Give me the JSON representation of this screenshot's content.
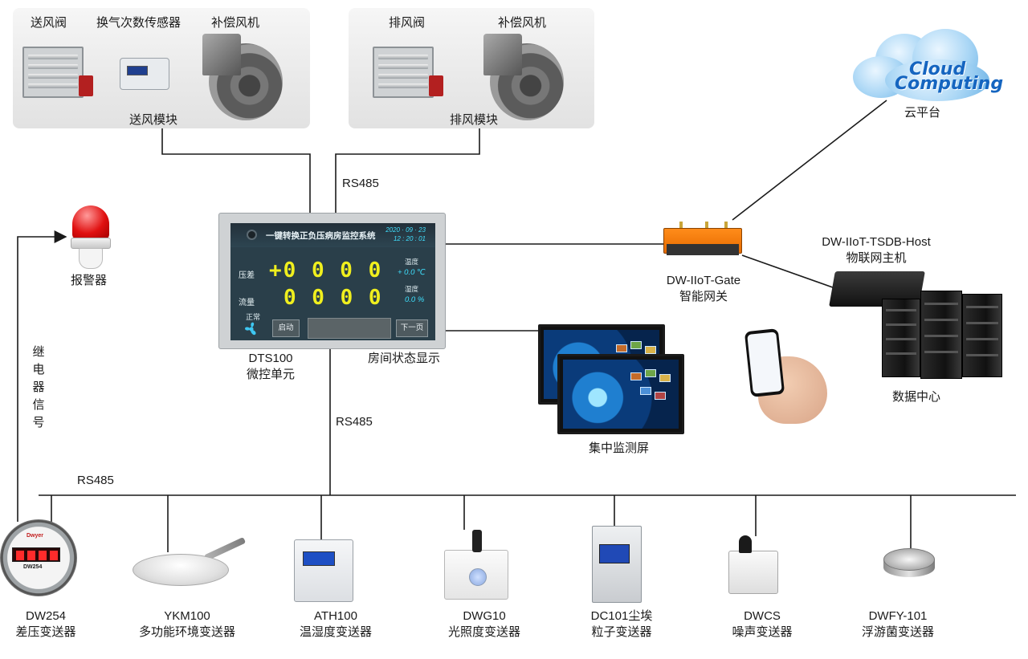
{
  "supply_module": {
    "items": [
      "送风阀",
      "换气次数传感器",
      "补偿风机"
    ],
    "label": "送风模块"
  },
  "exhaust_module": {
    "items": [
      "排风阀",
      "补偿风机"
    ],
    "label": "排风模块"
  },
  "bus": {
    "rs485_top": "RS485",
    "rs485_mid": "RS485",
    "rs485_left": "RS485"
  },
  "alarm": {
    "label": "报警器"
  },
  "relay_signal": {
    "chars": [
      "继",
      "电",
      "器",
      "信",
      "号"
    ]
  },
  "dts100": {
    "name": "DTS100",
    "desc": "微控单元",
    "screen": {
      "title": "一键转换正负压病房监控系统",
      "date": "2020 · 09 · 23",
      "time": "12 : 20 : 01",
      "pressure_label": "压差",
      "pressure_digits": "+0 0 0 0",
      "flow_label": "流量",
      "flow_digits": "0 0 0 0",
      "temp_label": "温度",
      "temp_value": "+ 0.0 ℃",
      "humidity_label": "湿度",
      "humidity_value": "0.0  %",
      "status": "正常",
      "start_button": "启动",
      "next_button": "下一页"
    }
  },
  "room_display": {
    "label": "房间状态显示"
  },
  "monitor_screen": {
    "label": "集中监测屏"
  },
  "cloud": {
    "word1": "Cloud",
    "word2": "Computing",
    "label": "云平台"
  },
  "gateway": {
    "name": "DW-IIoT-Gate",
    "desc": "智能网关"
  },
  "host": {
    "name": "DW-IIoT-TSDB-Host",
    "desc": "物联网主机"
  },
  "datacenter": {
    "label": "数据中心"
  },
  "devices": [
    {
      "model": "DW254",
      "desc": "差压变送器",
      "brand": "Dwyer",
      "screen_text": "DW254"
    },
    {
      "model": "YKM100",
      "desc": "多功能环境变送器"
    },
    {
      "model": "ATH100",
      "desc": "温湿度变送器"
    },
    {
      "model": "DWG10",
      "desc": "光照度变送器"
    },
    {
      "model": "DC101尘埃",
      "desc": "粒子变送器"
    },
    {
      "model": "DWCS",
      "desc": "噪声变送器"
    },
    {
      "model": "DWFY-101",
      "desc": "浮游菌变送器"
    }
  ],
  "colors": {
    "line": "#1a1a1a",
    "digits": "#f0ef1e",
    "accent_cyan": "#3ee1ff",
    "gateway_orange": "#f07a0a",
    "alarm_red": "#e01010"
  }
}
